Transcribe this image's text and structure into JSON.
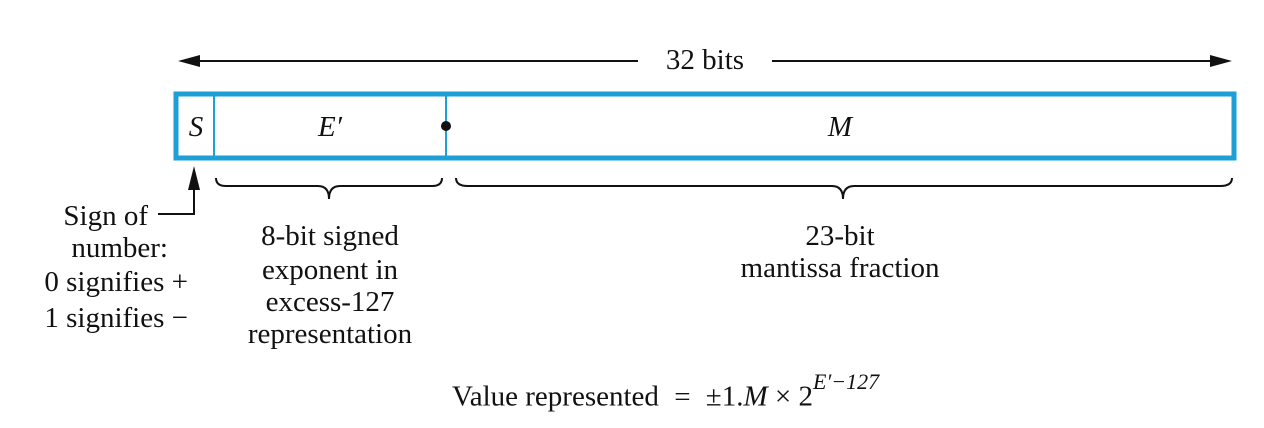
{
  "width_label": "32 bits",
  "fields": {
    "sign": "S",
    "exponent": "E′",
    "mantissa": "M"
  },
  "annotations": {
    "sign": [
      "Sign of",
      "number:",
      "0 signifies +",
      "1 signifies −"
    ],
    "exponent": [
      "8-bit signed",
      "exponent in",
      "excess-127",
      "representation"
    ],
    "mantissa": [
      "23-bit",
      "mantissa fraction"
    ]
  },
  "formula": {
    "label": "Value represented",
    "equals": "=",
    "expression": "±1.",
    "mantissa_symbol": "M",
    "times": "× 2",
    "exponent": "E′−127"
  },
  "colors": {
    "register_border": "#1ea0d6",
    "ink": "#111111"
  }
}
